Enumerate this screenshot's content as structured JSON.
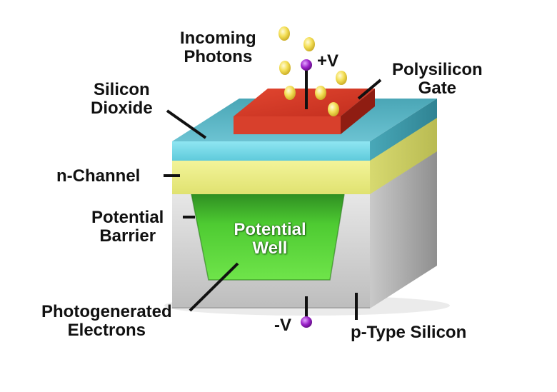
{
  "labels": {
    "incoming_photons": [
      "Incoming",
      "Photons"
    ],
    "plus_v": "+V",
    "polysilicon_gate": [
      "Polysilicon",
      "Gate"
    ],
    "silicon_dioxide": [
      "Silicon",
      "Dioxide"
    ],
    "n_channel": "n-Channel",
    "potential_barrier": [
      "Potential",
      "Barrier"
    ],
    "potential_well": [
      "Potential",
      "Well"
    ],
    "photogenerated_electrons": [
      "Photogenerated",
      "Electrons"
    ],
    "minus_v": "-V",
    "p_type_silicon": "p-Type Silicon"
  },
  "colors": {
    "gate": "#d63a2a",
    "oxide": "#6cc7d8",
    "n_channel": "#eef090",
    "well": "#56d63a",
    "substrate": "#d6d6d6",
    "photon": "#f2dd55",
    "terminal": "#9a22c8"
  }
}
